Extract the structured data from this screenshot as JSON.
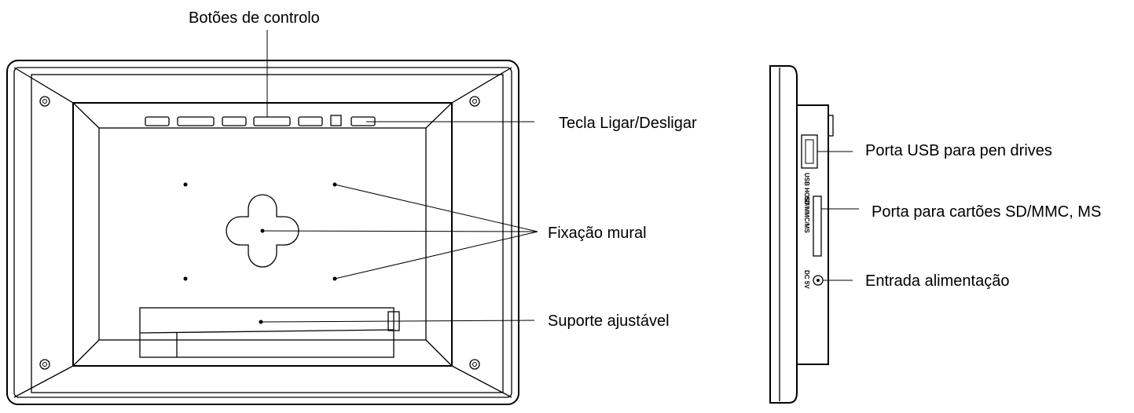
{
  "labels": {
    "control_buttons": "Botões de controlo",
    "power_key": "Tecla Ligar/Desligar",
    "wall_mount": "Fixação mural",
    "adjustable_stand": "Suporte ajustável",
    "usb_port": "Porta USB para pen drives",
    "card_port": "Porta para cartões SD/MMC, MS",
    "power_input": "Entrada alimentação"
  },
  "side_port_labels": {
    "usb": "USB HOST",
    "card": "SD/MMC/MS",
    "dc": "DC 5V"
  }
}
